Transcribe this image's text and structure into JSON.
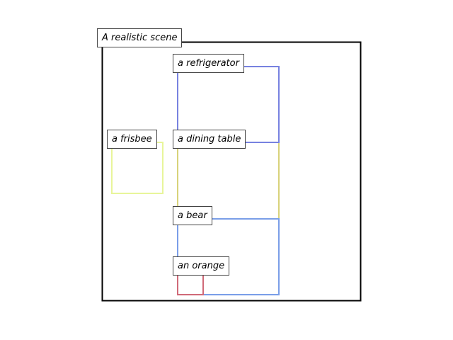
{
  "scene": {
    "title": "A realistic scene",
    "frame_color": "#000000"
  },
  "objects": [
    {
      "label": "a refrigerator",
      "color": "#7782e0"
    },
    {
      "label": "a dining table",
      "color": "#d8d27a"
    },
    {
      "label": "a frisbee",
      "color": "#e8f59a"
    },
    {
      "label": "a bear",
      "color": "#7a9ee8"
    },
    {
      "label": "an orange",
      "color": "#d06a78"
    }
  ]
}
